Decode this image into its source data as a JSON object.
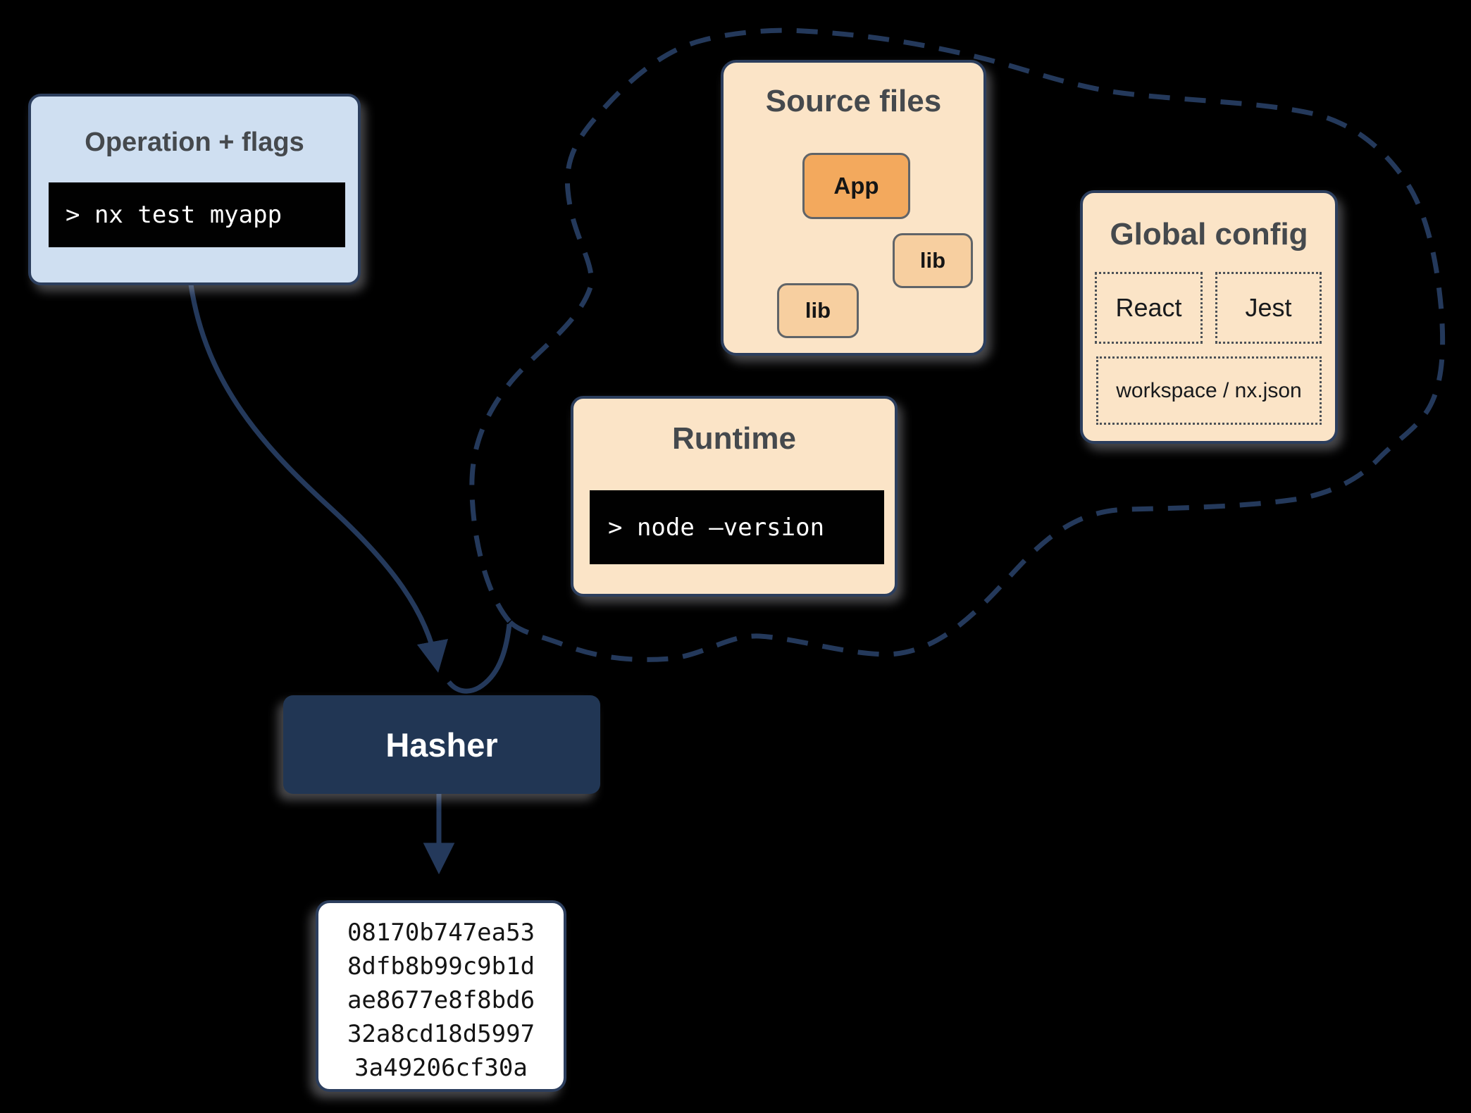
{
  "colors": {
    "background": "#000000",
    "navy": "#24395b",
    "panel-border": "#2c3e5d",
    "blue-panel": "#cfdff1",
    "peach-panel": "#fbe4c7",
    "orange-node": "#f3a95d",
    "light-orange-node": "#f7cfa0",
    "terminal-bg": "#010101",
    "terminal-text": "#ffffff",
    "heading-text": "#45494d",
    "node-border": "#606468",
    "arrow-gray": "#565b61",
    "hasher-bg": "#213654",
    "hash-text": "#141414"
  },
  "operation": {
    "title": "Operation + flags",
    "command": "> nx test myapp"
  },
  "cloud": {
    "source_files": {
      "title": "Source files",
      "app_label": "App",
      "lib_right_label": "lib",
      "lib_left_label": "lib"
    },
    "global_config": {
      "title": "Global config",
      "items": [
        "React",
        "Jest",
        "workspace / nx.json"
      ]
    },
    "runtime": {
      "title": "Runtime",
      "command": "> node –version"
    }
  },
  "hasher": {
    "label": "Hasher"
  },
  "hash_output": {
    "lines": [
      "08170b747ea53",
      "8dfb8b99c9b1d",
      "ae8677e8f8bd6",
      "32a8cd18d5997",
      "3a49206cf30a"
    ]
  }
}
